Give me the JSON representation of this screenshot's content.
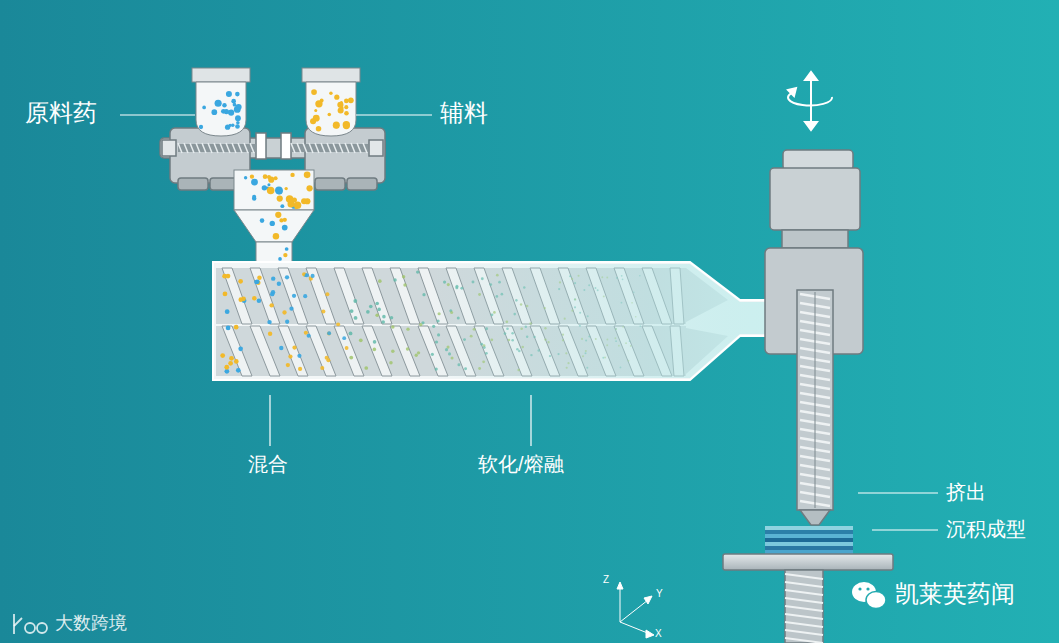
{
  "diagram": {
    "labels": [
      "原料药",
      "辅料",
      "混合",
      "软化/熔融",
      "挤出",
      "沉积成型",
      "Z",
      "Y",
      "X",
      "凯莱英药闻",
      "大数跨境"
    ]
  }
}
